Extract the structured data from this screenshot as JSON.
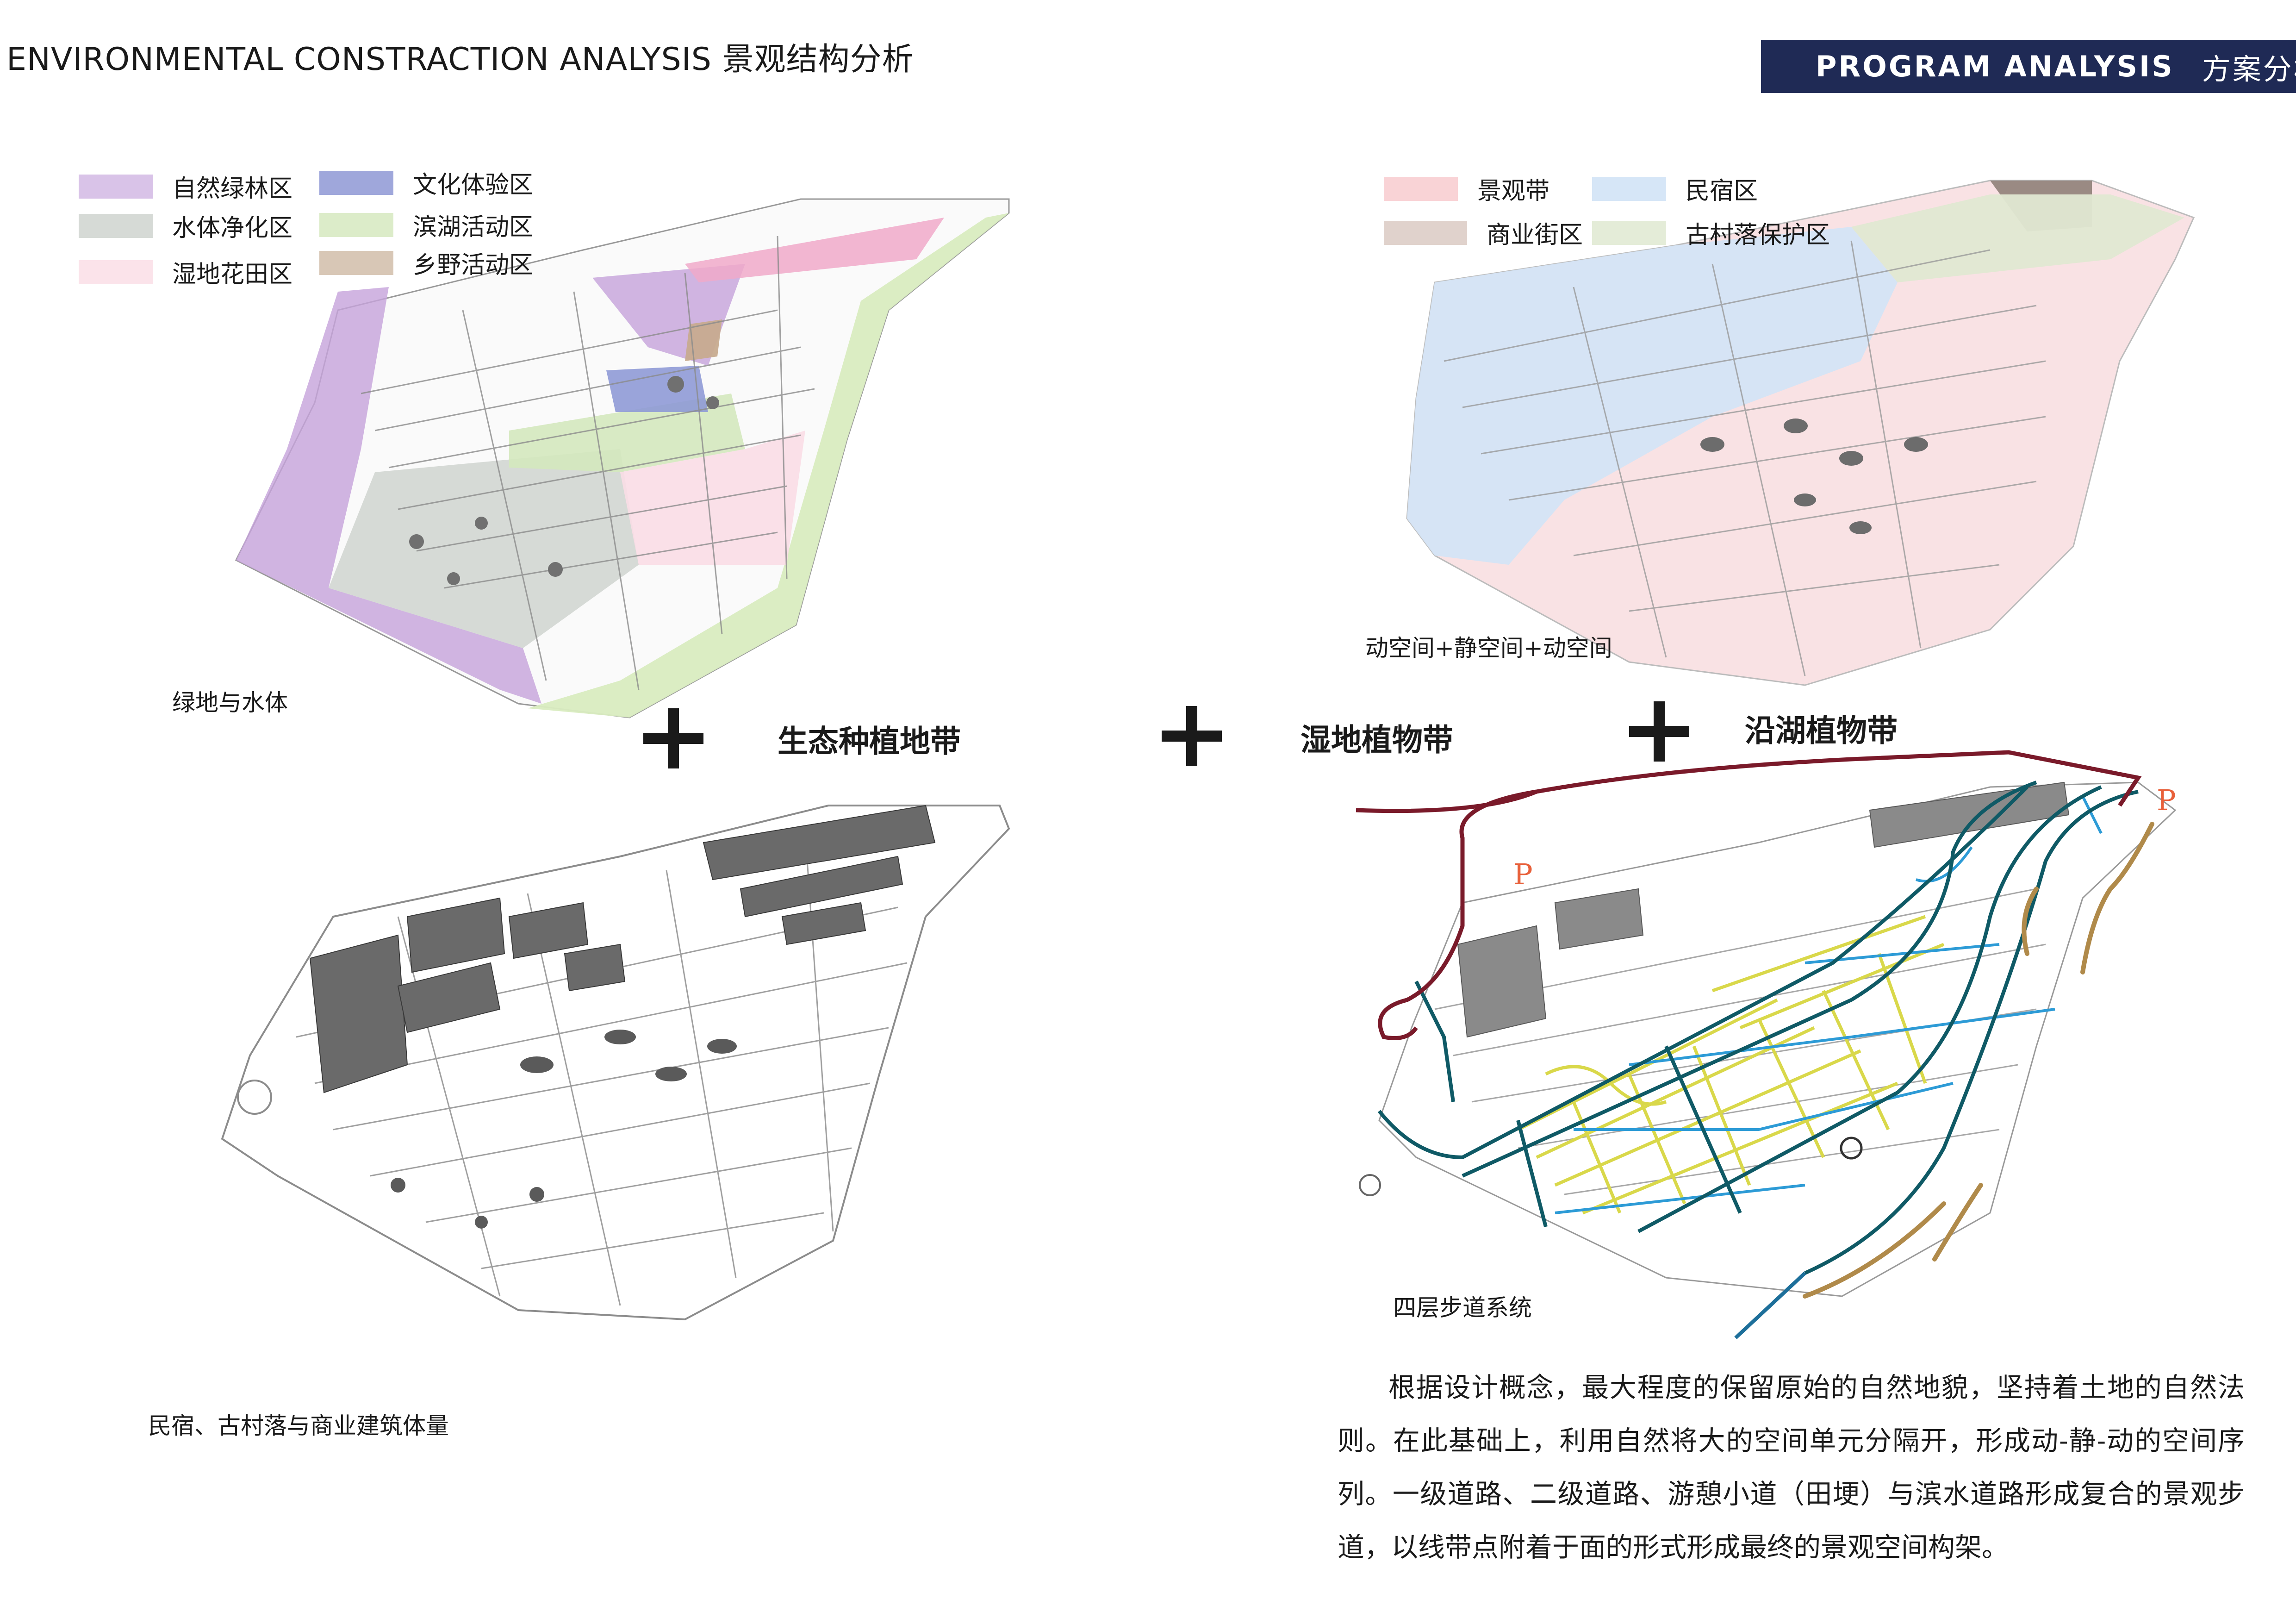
{
  "header": {
    "title": "ENVIRONMENTAL CONSTRACTION ANALYSIS  景观结构分析",
    "badge_en": "PROGRAM  ANALYSIS",
    "badge_zh": "方案分析"
  },
  "legend_zones": [
    {
      "label": "自然绿林区",
      "color": "#d9c3e8"
    },
    {
      "label": "文化体验区",
      "color": "#9fa7db"
    },
    {
      "label": "水体净化区",
      "color": "#d6dad6"
    },
    {
      "label": "滨湖活动区",
      "color": "#dcecc9"
    },
    {
      "label": "湿地花田区",
      "color": "#fbe3ea"
    },
    {
      "label": "乡野活动区",
      "color": "#d8c7b6"
    }
  ],
  "legend_space": [
    {
      "label": "景观带",
      "color": "#f9d3d6"
    },
    {
      "label": "民宿区",
      "color": "#d6e6f7"
    },
    {
      "label": "商业街区",
      "color": "#e0d2cc"
    },
    {
      "label": "古村落保护区",
      "color": "#e4ecd8"
    }
  ],
  "captions": {
    "green_water": "绿地与水体",
    "space_seq": "动空间+静空间+动空间",
    "buildings": "民宿、古村落与商业建筑体量",
    "paths": "四层步道系统"
  },
  "bands": {
    "eco": "生态种植地带",
    "wetland": "湿地植物带",
    "lake": "沿湖植物带"
  },
  "parking_marker": "P",
  "description": "根据设计概念，最大程度的保留原始的自然地貌，坚持着土地的自然法则。在此基础上，利用自然将大的空间单元分隔开，形成动-静-动的空间序列。一级道路、二级道路、游憩小道（田埂）与滨水道路形成复合的景观步道，以线带点附着于面的形式形成最终的景观空间构架。",
  "colors": {
    "badge_bg": "#1f2a55",
    "route_primary": "#7a1a2a",
    "route_secondary": "#0f5a66",
    "route_water": "#2d9bd6",
    "route_trail": "#d9d84a",
    "route_shore": "#b08a4a",
    "parking": "#e8603a"
  }
}
